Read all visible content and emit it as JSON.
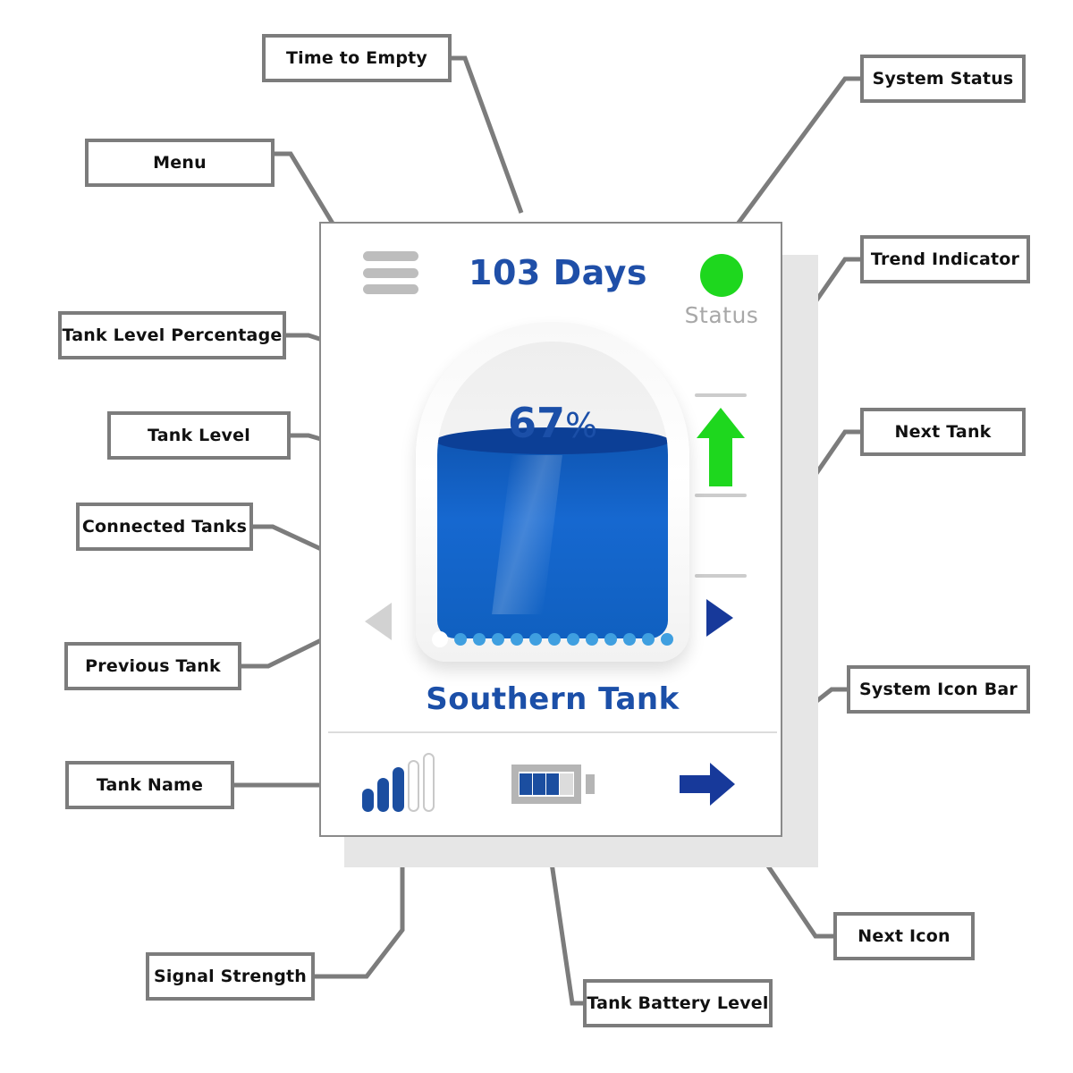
{
  "device": {
    "time_to_empty": "103 Days",
    "status_label": "Status",
    "status_color": "#1ed71e",
    "tank_percentage_value": "67",
    "tank_percentage_sign": "%",
    "tank_fill_percent": 67,
    "tank_name": "Southern Tank",
    "connected_tanks_total": 13,
    "connected_tanks_active_index": 0,
    "trend_direction": "up",
    "trend_color": "#1ed71e",
    "signal_bars_total": 5,
    "signal_bars_filled": 3,
    "battery_cells_total": 4,
    "battery_cells_filled": 3,
    "accent_blue": "#1b4fa8",
    "liquid_blue": "#1060c0",
    "icon_gray": "#b5b5b5"
  },
  "icons": {
    "menu": "hamburger-menu-icon",
    "status": "status-indicator-icon",
    "trend": "trend-up-arrow-icon",
    "next_tank": "next-tank-triangle-icon",
    "previous_tank": "previous-tank-triangle-icon",
    "signal": "signal-strength-icon",
    "battery": "tank-battery-icon",
    "next_icon": "next-icon-arrow-icon"
  },
  "callouts": [
    {
      "id": "time-to-empty",
      "label": "Time to Empty"
    },
    {
      "id": "menu",
      "label": "Menu"
    },
    {
      "id": "system-status",
      "label": "System Status"
    },
    {
      "id": "trend-indicator",
      "label": "Trend Indicator"
    },
    {
      "id": "tank-level-percentage",
      "label": "Tank Level Percentage"
    },
    {
      "id": "tank-level",
      "label": "Tank Level"
    },
    {
      "id": "next-tank",
      "label": "Next Tank"
    },
    {
      "id": "connected-tanks",
      "label": "Connected Tanks"
    },
    {
      "id": "previous-tank",
      "label": "Previous Tank"
    },
    {
      "id": "system-icon-bar",
      "label": "System Icon Bar"
    },
    {
      "id": "tank-name",
      "label": "Tank Name"
    },
    {
      "id": "next-icon",
      "label": "Next Icon"
    },
    {
      "id": "signal-strength",
      "label": "Signal Strength"
    },
    {
      "id": "tank-battery-level",
      "label": "Tank Battery Level"
    }
  ]
}
